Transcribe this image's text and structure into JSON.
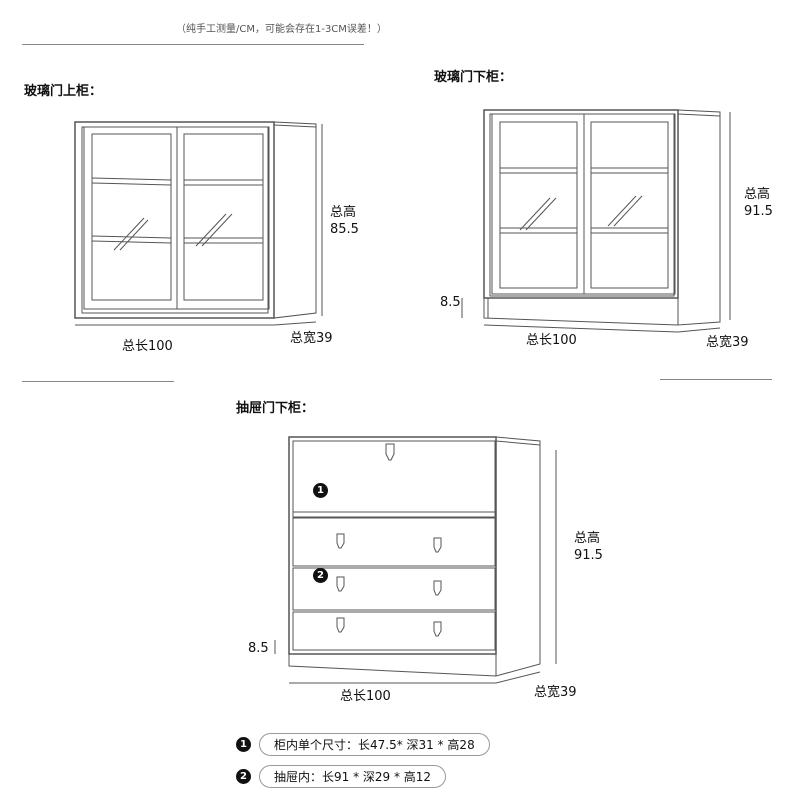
{
  "header": {
    "note": "（纯手工测量/CM，可能会存在1-3CM误差！）"
  },
  "upper_glass": {
    "title": "玻璃门上柜：",
    "height_label": "总高",
    "height_value": "85.5",
    "length_label": "总长100",
    "depth_label": "总宽39"
  },
  "lower_glass": {
    "title": "玻璃门下柜：",
    "height_label": "总高",
    "height_value": "91.5",
    "base_label": "8.5",
    "length_label": "总长100",
    "depth_label": "总宽39"
  },
  "drawer_cabinet": {
    "title": "抽屉门下柜：",
    "marker1": "1",
    "marker2": "2",
    "height_label": "总高",
    "height_value": "91.5",
    "base_label": "8.5",
    "length_label": "总长100",
    "depth_label": "总宽39"
  },
  "legend": [
    {
      "num": "1",
      "text": "柜内单个尺寸：长47.5* 深31 * 高28"
    },
    {
      "num": "2",
      "text": "抽屉内：长91 * 深29 * 高12"
    }
  ]
}
